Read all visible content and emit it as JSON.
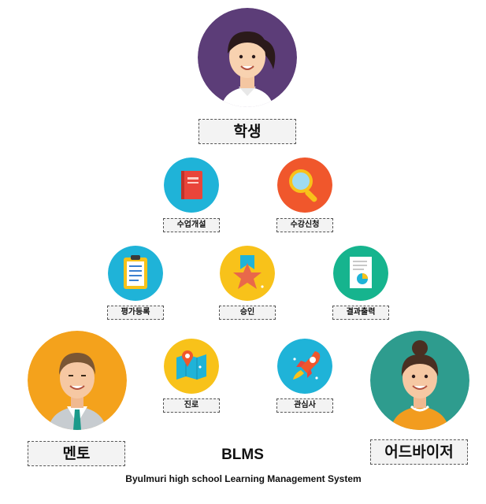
{
  "roles": {
    "student": "학생",
    "mentor": "멘토",
    "advisor": "어드바이저"
  },
  "features": {
    "open_course": "수업개설",
    "course_register": "수강신청",
    "evaluation": "평가등록",
    "approve": "승인",
    "result_print": "결과출력",
    "career": "진로",
    "interest": "관심사"
  },
  "system": {
    "name": "BLMS",
    "full_name": "Byulmuri high school Learning Management System"
  },
  "colors": {
    "student_bg": "#5c3d78",
    "mentor_bg": "#f4a21c",
    "advisor_bg": "#2e9c8e",
    "cyan": "#1fb3d8",
    "orange_red": "#f0572c",
    "yellow": "#f8c21a",
    "green": "#16b48e",
    "label_bg": "#f3f3f3"
  }
}
